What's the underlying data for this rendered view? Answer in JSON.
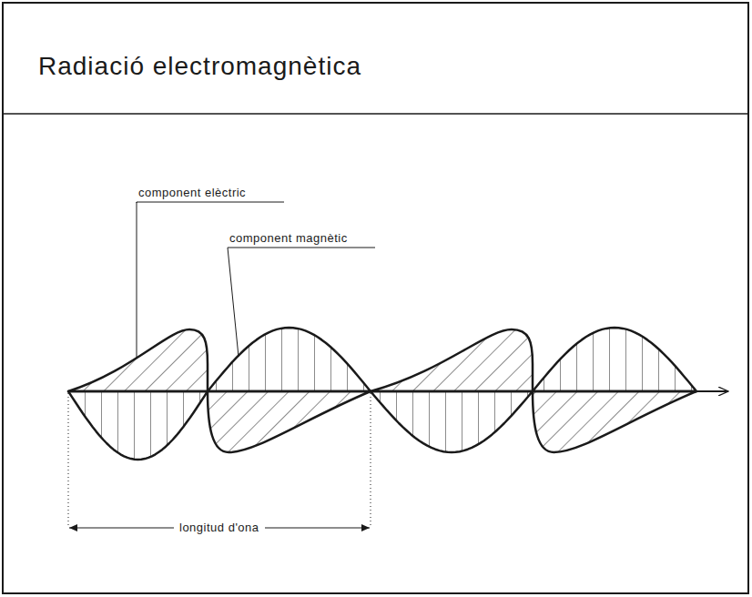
{
  "diagram": {
    "title": "Radiació electromagnètica",
    "labels": [
      "component elèctric",
      "component magnètic",
      "longitud d'ona"
    ]
  }
}
